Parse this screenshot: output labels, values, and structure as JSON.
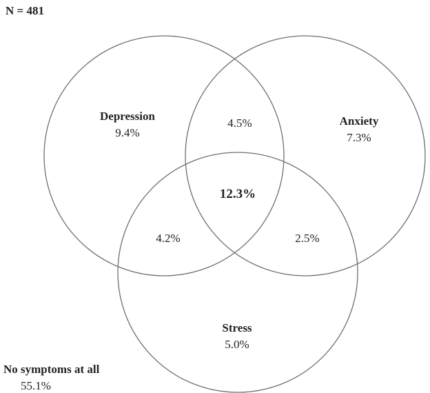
{
  "sample_size": "N = 481",
  "sets": {
    "depression": {
      "name": "Depression",
      "value": "9.4%"
    },
    "anxiety": {
      "name": "Anxiety",
      "value": "7.3%"
    },
    "stress": {
      "name": "Stress",
      "value": "5.0%"
    }
  },
  "overlaps": {
    "depression_anxiety": "4.5%",
    "depression_stress": "4.2%",
    "anxiety_stress": "2.5%",
    "all_three": "12.3%"
  },
  "none": {
    "label": "No symptoms at all",
    "value": "55.1%"
  },
  "colors": {
    "stroke": "#6e6e6e",
    "text": "#222222"
  }
}
